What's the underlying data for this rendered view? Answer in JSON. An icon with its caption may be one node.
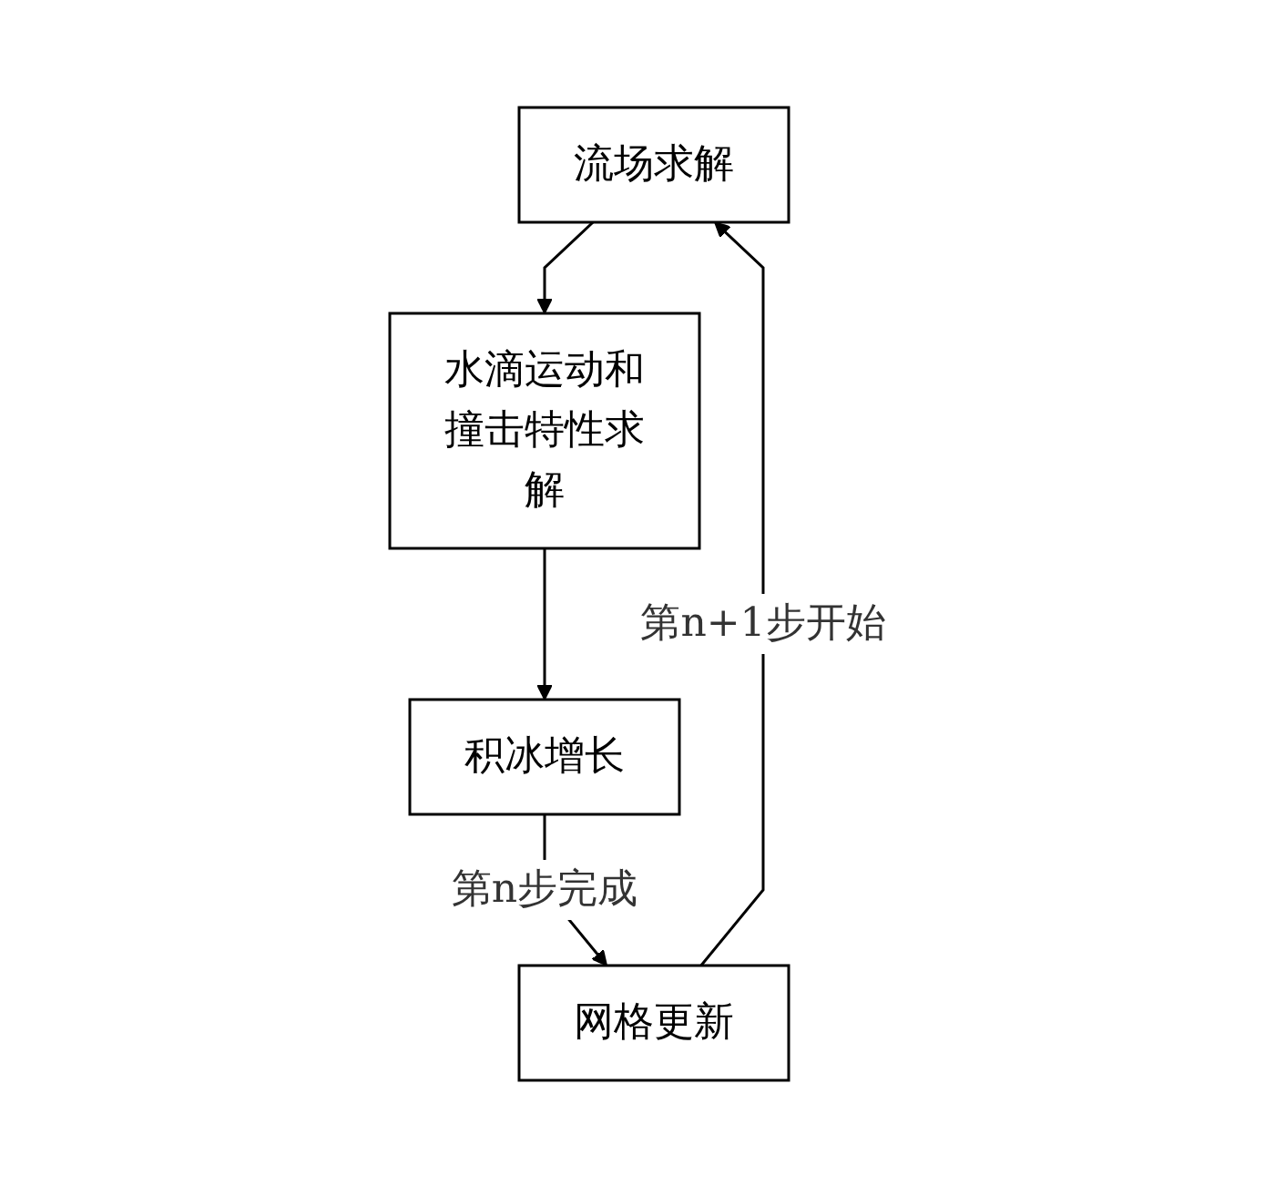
{
  "diagram": {
    "nodes": [
      {
        "text": [
          "流场求解"
        ]
      },
      {
        "text": [
          "水滴运动和撞击特性求解"
        ]
      },
      {
        "text": [
          "积冰增长"
        ]
      },
      {
        "text": [
          "网格更新"
        ]
      }
    ],
    "edges": [
      {
        "from": 0,
        "to": 1,
        "arrow": "to"
      },
      {
        "from": 1,
        "to": 2,
        "arrow": "to"
      },
      {
        "from": 2,
        "to": 3,
        "arrow": "to",
        "label": "第n步完成"
      },
      {
        "from": 3,
        "to": 0,
        "arrow": "to",
        "label": "第n+1步开始"
      }
    ]
  }
}
